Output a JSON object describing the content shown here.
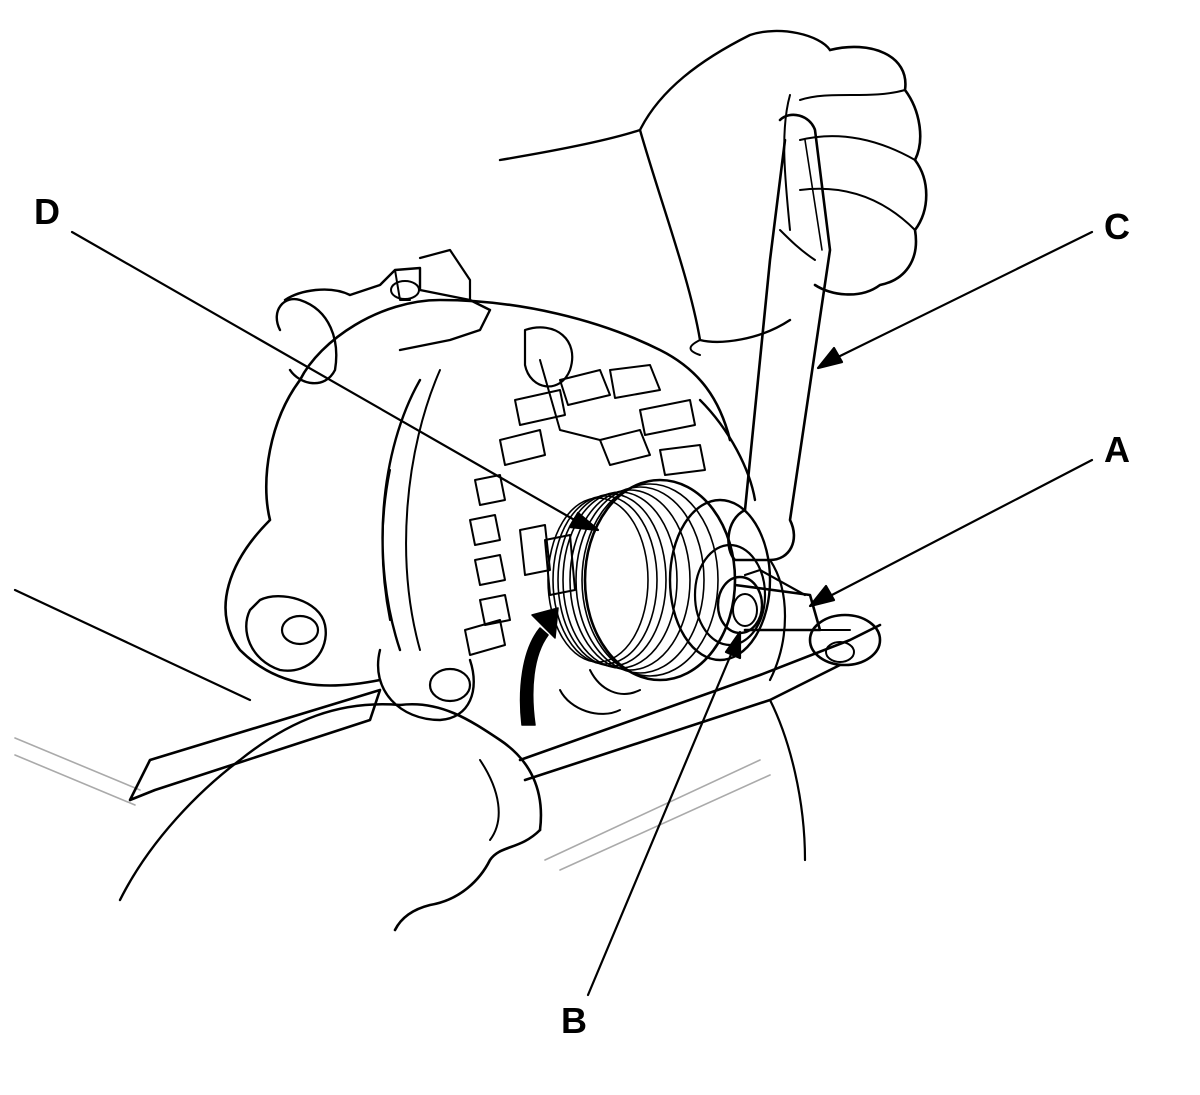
{
  "diagram": {
    "callouts": {
      "a": "A",
      "b": "B",
      "c": "C",
      "d": "D"
    },
    "colors": {
      "line": "#000000",
      "thin_line": "#444444",
      "faint_line": "#aaaaaa",
      "background": "#ffffff"
    },
    "icons": [
      "rotation-arrow-icon",
      "leader-arrow-icon"
    ]
  }
}
